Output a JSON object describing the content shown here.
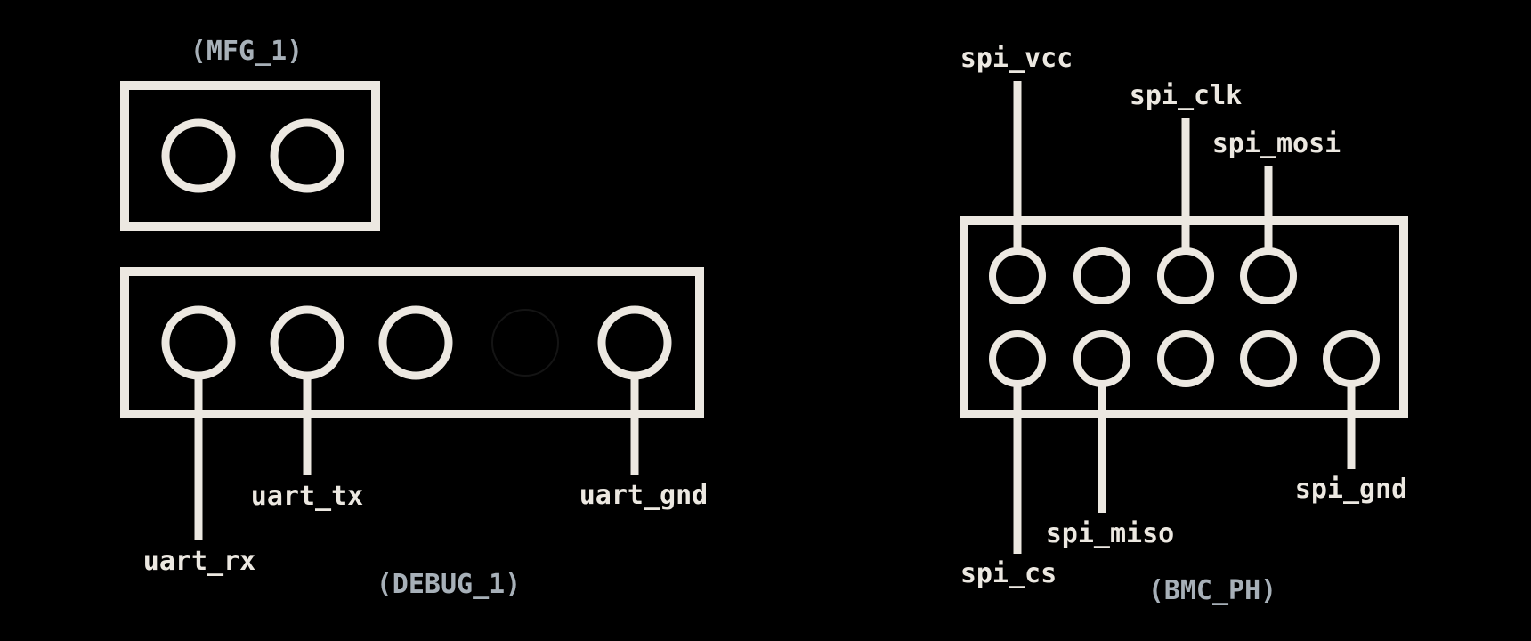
{
  "colors": {
    "background": "#000000",
    "stroke": "#ece8e1",
    "connector_label": "#a7b0b8"
  },
  "connectors": {
    "mfg": {
      "name": "(MFG_1)",
      "pins": [
        {
          "populated": true
        },
        {
          "populated": true
        }
      ]
    },
    "debug": {
      "name": "(DEBUG_1)",
      "pins": [
        {
          "populated": true,
          "signal": "uart_rx"
        },
        {
          "populated": true,
          "signal": "uart_tx"
        },
        {
          "populated": true
        },
        {
          "populated": false
        },
        {
          "populated": true,
          "signal": "uart_gnd"
        }
      ]
    },
    "bmc": {
      "name": "(BMC_PH)",
      "top_row": [
        {
          "populated": true,
          "signal": "spi_vcc"
        },
        {
          "populated": true
        },
        {
          "populated": true,
          "signal": "spi_clk"
        },
        {
          "populated": true,
          "signal": "spi_mosi"
        }
      ],
      "bottom_row": [
        {
          "populated": true,
          "signal": "spi_cs"
        },
        {
          "populated": true,
          "signal": "spi_miso"
        },
        {
          "populated": true
        },
        {
          "populated": true
        },
        {
          "populated": true,
          "signal": "spi_gnd"
        }
      ]
    }
  }
}
